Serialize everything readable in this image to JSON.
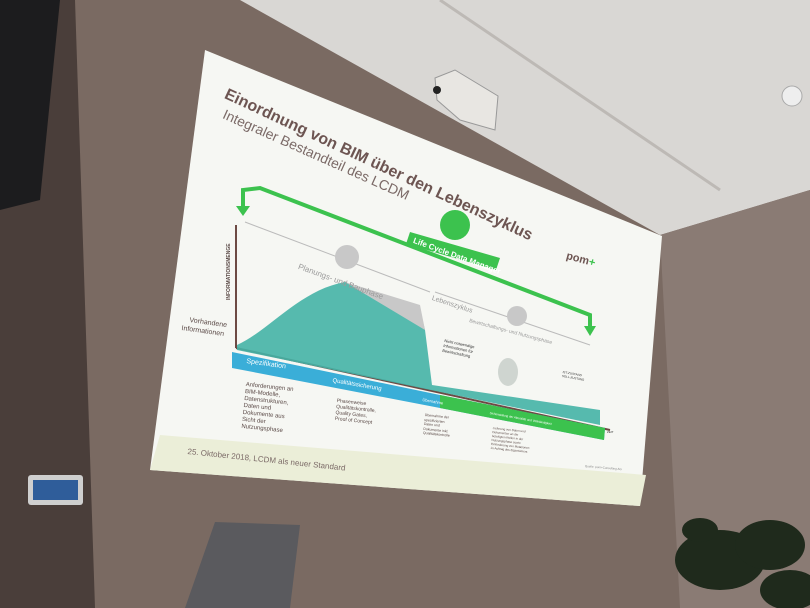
{
  "slide": {
    "title": "Einordnung von BIM über den Lebenszyklus",
    "subtitle": "Integraler Bestandteil des LCDM",
    "lcdm_label": "Life Cycle Data Manager",
    "logo": "pom+",
    "y_axis": "INFORMATIONSMENGE",
    "existing_info": [
      "Vorhandene",
      "Informationen"
    ],
    "phase_planning": "Planungs- und Bauphase",
    "lifecycle": "Lebenszyklus",
    "phase_operation": "Bewirtschaftungs- und Nutzungsphase",
    "not_needed": [
      "Nicht notwendige",
      "Informationen für",
      "Bewirtschaftung"
    ],
    "legend": [
      "IST-ZUSTAND",
      "SOLL-ZUSTAND"
    ],
    "x_axis": "ZEIT",
    "steps": [
      {
        "label": "Spezifikation",
        "desc": [
          "Anforderungen an",
          "BIM-Modelle,",
          "Datenstrukturen,",
          "Daten und",
          "Dokumente aus",
          "Sicht der",
          "Nutzungsphase"
        ]
      },
      {
        "label": "Qualitätssicherung",
        "desc": [
          "Phasenweise",
          "Qualitätskontrolle,",
          "Quality Gates,",
          "Proof of Concept"
        ]
      },
      {
        "label": "Übernahme",
        "desc": [
          "Übernahme der",
          "spezifizierten",
          "Daten und",
          "Dokumente inkl.",
          "Qualitätskontrolle"
        ]
      },
      {
        "label": "Sicherstellung der Aktualität und Vollständigkeit",
        "desc": [
          "Lieferung von Daten und",
          "Dokumenten an die",
          "beteiligten Rollen in der",
          "Nutzungsphase sowie",
          "Einforderung von Mutationen",
          "im Auftrag des Eigentümers"
        ]
      }
    ],
    "footer": "25. Oktober 2018, LCDM als neuer Standard",
    "source": "Quelle: pom+Consulting AG",
    "colors": {
      "green": "#3cc24e",
      "teal": "#3fb3a8",
      "blue": "#3aaed8"
    }
  }
}
